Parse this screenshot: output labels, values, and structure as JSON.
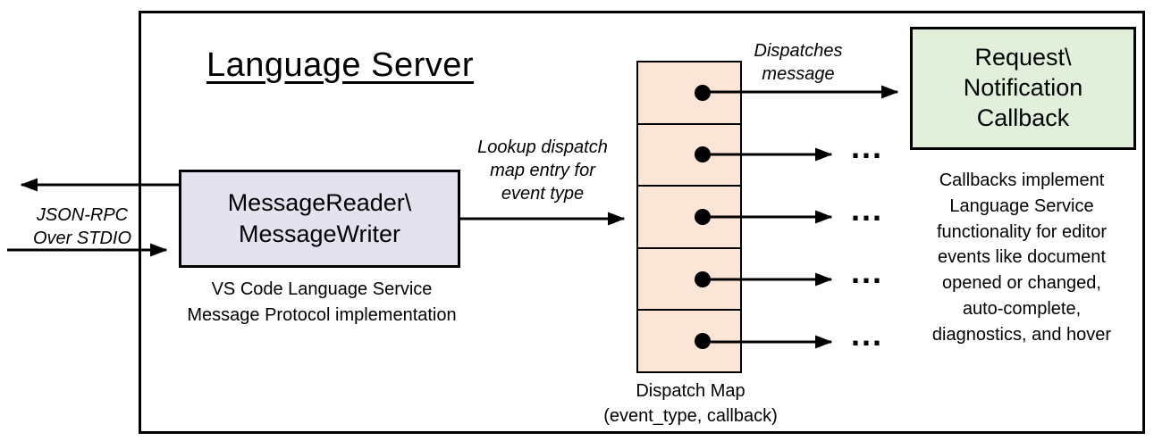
{
  "title": "Language Server",
  "stdio": {
    "label": "JSON-RPC\nOver STDIO"
  },
  "message_reader": {
    "label": "MessageReader\\\nMessageWriter",
    "caption": "VS Code Language Service\nMessage Protocol implementation"
  },
  "lookup_label": "Lookup dispatch\nmap entry for\nevent type",
  "dispatches_label": "Dispatches\nmessage",
  "callback_box": {
    "label": "Request\\\nNotification\nCallback"
  },
  "callbacks_note": "Callbacks implement\nLanguage Service\nfunctionality for editor\nevents like document\nopened or changed,\nauto-complete,\ndiagnostics, and hover",
  "dispatch_map": {
    "caption": "Dispatch Map\n(event_type, callback)",
    "entries": 5
  },
  "ellipsis": "...",
  "colors": {
    "message_reader_fill": "#e3e2ee",
    "dispatch_cell_fill": "#fbe5d6",
    "callback_fill": "#e2efda",
    "line": "#000000"
  }
}
